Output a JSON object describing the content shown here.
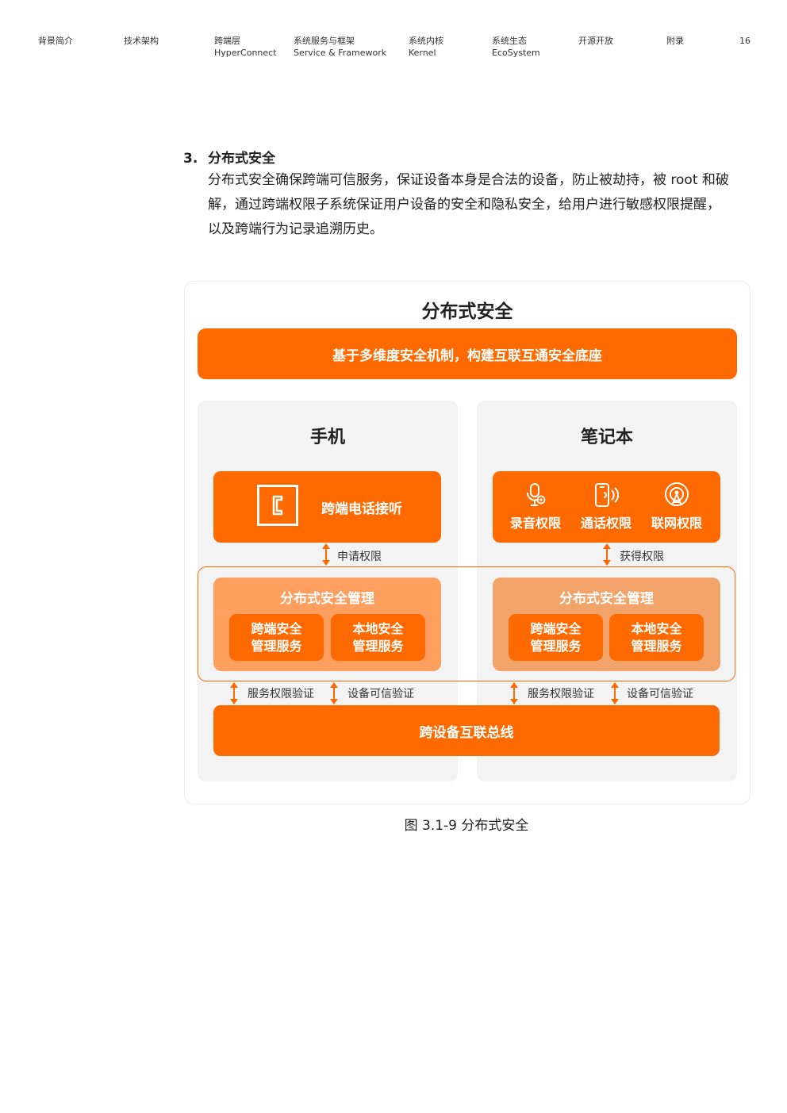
{
  "header": {
    "nav": [
      {
        "line1": "背景简介",
        "line2": ""
      },
      {
        "line1": "技术架构",
        "line2": ""
      },
      {
        "line1": "跨端层",
        "line2": "HyperConnect"
      },
      {
        "line1": "系统服务与框架",
        "line2": "Service & Framework"
      },
      {
        "line1": "系统内核",
        "line2": "Kernel"
      },
      {
        "line1": "系统生态",
        "line2": "EcoSystem"
      },
      {
        "line1": "开源开放",
        "line2": ""
      },
      {
        "line1": "附录",
        "line2": ""
      }
    ],
    "page_number": "16"
  },
  "section": {
    "number": "3.",
    "title": "分布式安全",
    "lines": [
      "分布式安全确保跨端可信服务，保证设备本身是合法的设备，防止被劫持，被 root 和破",
      "解，通过跨端权限子系统保证用户设备的安全和隐私安全，给用户进行敏感权限提醒，",
      "以及跨端行为记录追溯历史。"
    ]
  },
  "figure": {
    "title": "分布式安全",
    "banner": "基于多维度安全机制，构建互联互通安全底座",
    "phone": {
      "title": "手机",
      "feature": "跨端电话接听",
      "arrow_label": "申请权限",
      "mgmt_title": "分布式安全管理",
      "svc1": [
        "跨端安全",
        "管理服务"
      ],
      "svc2": [
        "本地安全",
        "管理服务"
      ],
      "bottom_label1": "服务权限验证",
      "bottom_label2": "设备可信验证"
    },
    "laptop": {
      "title": "笔记本",
      "perms": [
        "录音权限",
        "通话权限",
        "联网权限"
      ],
      "perm_icons": [
        "microphone-icon",
        "phone-call-icon",
        "network-icon"
      ],
      "arrow_label": "获得权限",
      "mgmt_title": "分布式安全管理",
      "svc1": [
        "跨端安全",
        "管理服务"
      ],
      "svc2": [
        "本地安全",
        "管理服务"
      ],
      "bottom_label1": "服务权限验证",
      "bottom_label2": "设备可信验证"
    },
    "bus": "跨设备互联总线",
    "colors": {
      "accent": "#ff6a00",
      "mgmt_phone": "#ff9f5f",
      "mgmt_laptop": "#f2a36a",
      "panel": "#f3f3f3"
    }
  },
  "caption": "图 3.1-9 分布式安全"
}
